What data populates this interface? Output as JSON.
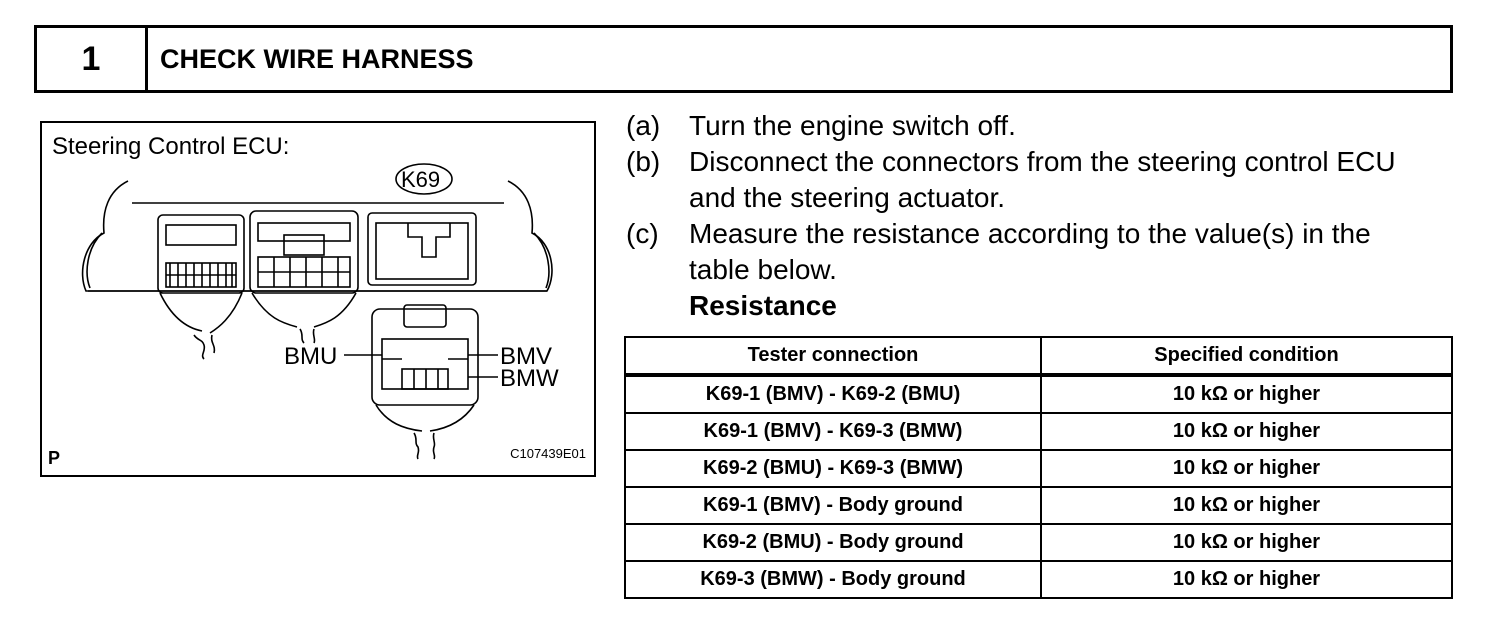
{
  "header": {
    "step_number": "1",
    "title": "CHECK WIRE HARNESS"
  },
  "figure": {
    "caption": "Steering Control ECU:",
    "connector_label": "K69",
    "pin_labels": {
      "bmu": "BMU",
      "bmv": "BMV",
      "bmw": "BMW"
    },
    "corner_letter": "P",
    "figure_code": "C107439E01"
  },
  "instructions": {
    "steps": [
      {
        "letter": "(a)",
        "text": "Turn the engine switch off."
      },
      {
        "letter": "(b)",
        "text": "Disconnect the connectors from the steering control ECU and the steering actuator."
      },
      {
        "letter": "(c)",
        "text": "Measure the resistance according to the value(s) in the table below."
      }
    ],
    "subheading": "Resistance"
  },
  "table": {
    "headers": [
      "Tester connection",
      "Specified condition"
    ],
    "rows": [
      [
        "K69-1 (BMV) - K69-2 (BMU)",
        "10 kΩ or higher"
      ],
      [
        "K69-1 (BMV) - K69-3 (BMW)",
        "10 kΩ or higher"
      ],
      [
        "K69-2 (BMU) - K69-3 (BMW)",
        "10 kΩ or higher"
      ],
      [
        "K69-1 (BMV) - Body ground",
        "10 kΩ or higher"
      ],
      [
        "K69-2 (BMU) - Body ground",
        "10 kΩ or higher"
      ],
      [
        "K69-3 (BMW) - Body ground",
        "10 kΩ or higher"
      ]
    ]
  }
}
